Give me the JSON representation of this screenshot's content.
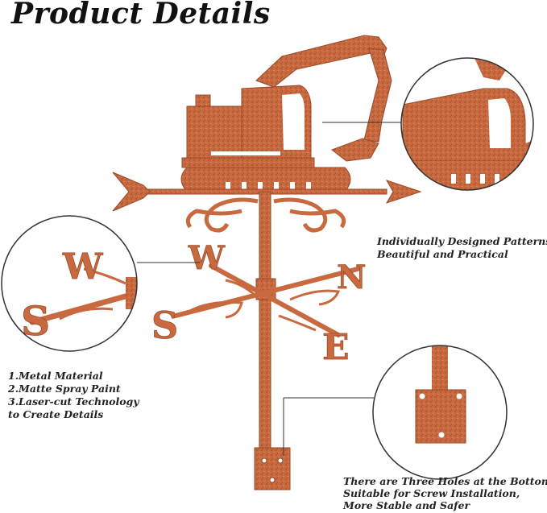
{
  "title": "Product Details",
  "captions": {
    "patterns": [
      "Individually Designed Patterns,",
      "Beautiful and Practical"
    ],
    "material": [
      "1.Metal Material",
      "2.Matte Spray Paint",
      "3.Laser-cut Technology",
      "to Create Details"
    ],
    "holes": [
      "There are Three Holes at the Bottom,",
      "Suitable for Screw Installation,",
      "More Stable and Safer"
    ]
  },
  "direction_letters": {
    "west": "W",
    "south": "S",
    "north": "N",
    "east": "E"
  },
  "colors": {
    "copper": "#c8693f",
    "copper_dark": "#9a4a28",
    "text": "#222222",
    "ring": "#333333"
  }
}
